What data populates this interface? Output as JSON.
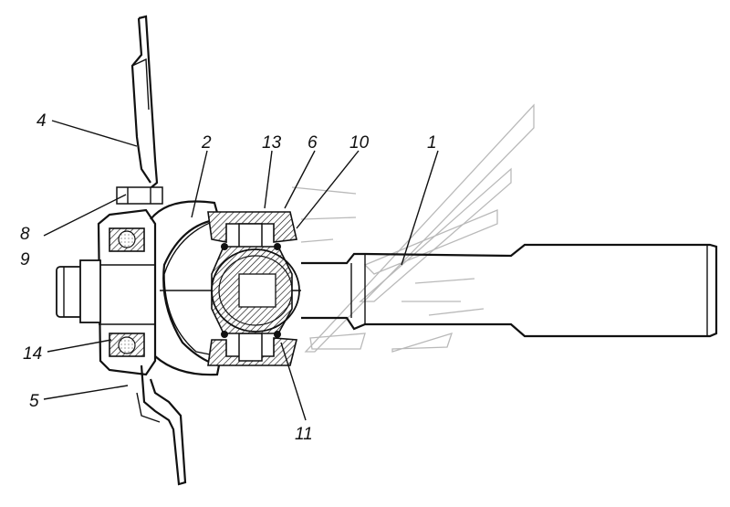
{
  "callouts": [
    {
      "id": "1",
      "text": "1"
    },
    {
      "id": "2",
      "text": "2"
    },
    {
      "id": "4",
      "text": "4"
    },
    {
      "id": "5",
      "text": "5"
    },
    {
      "id": "6",
      "text": "6"
    },
    {
      "id": "8",
      "text": "8"
    },
    {
      "id": "9",
      "text": "9"
    },
    {
      "id": "10",
      "text": "10"
    },
    {
      "id": "11",
      "text": "11"
    },
    {
      "id": "13",
      "text": "13"
    },
    {
      "id": "14",
      "text": "14"
    }
  ]
}
